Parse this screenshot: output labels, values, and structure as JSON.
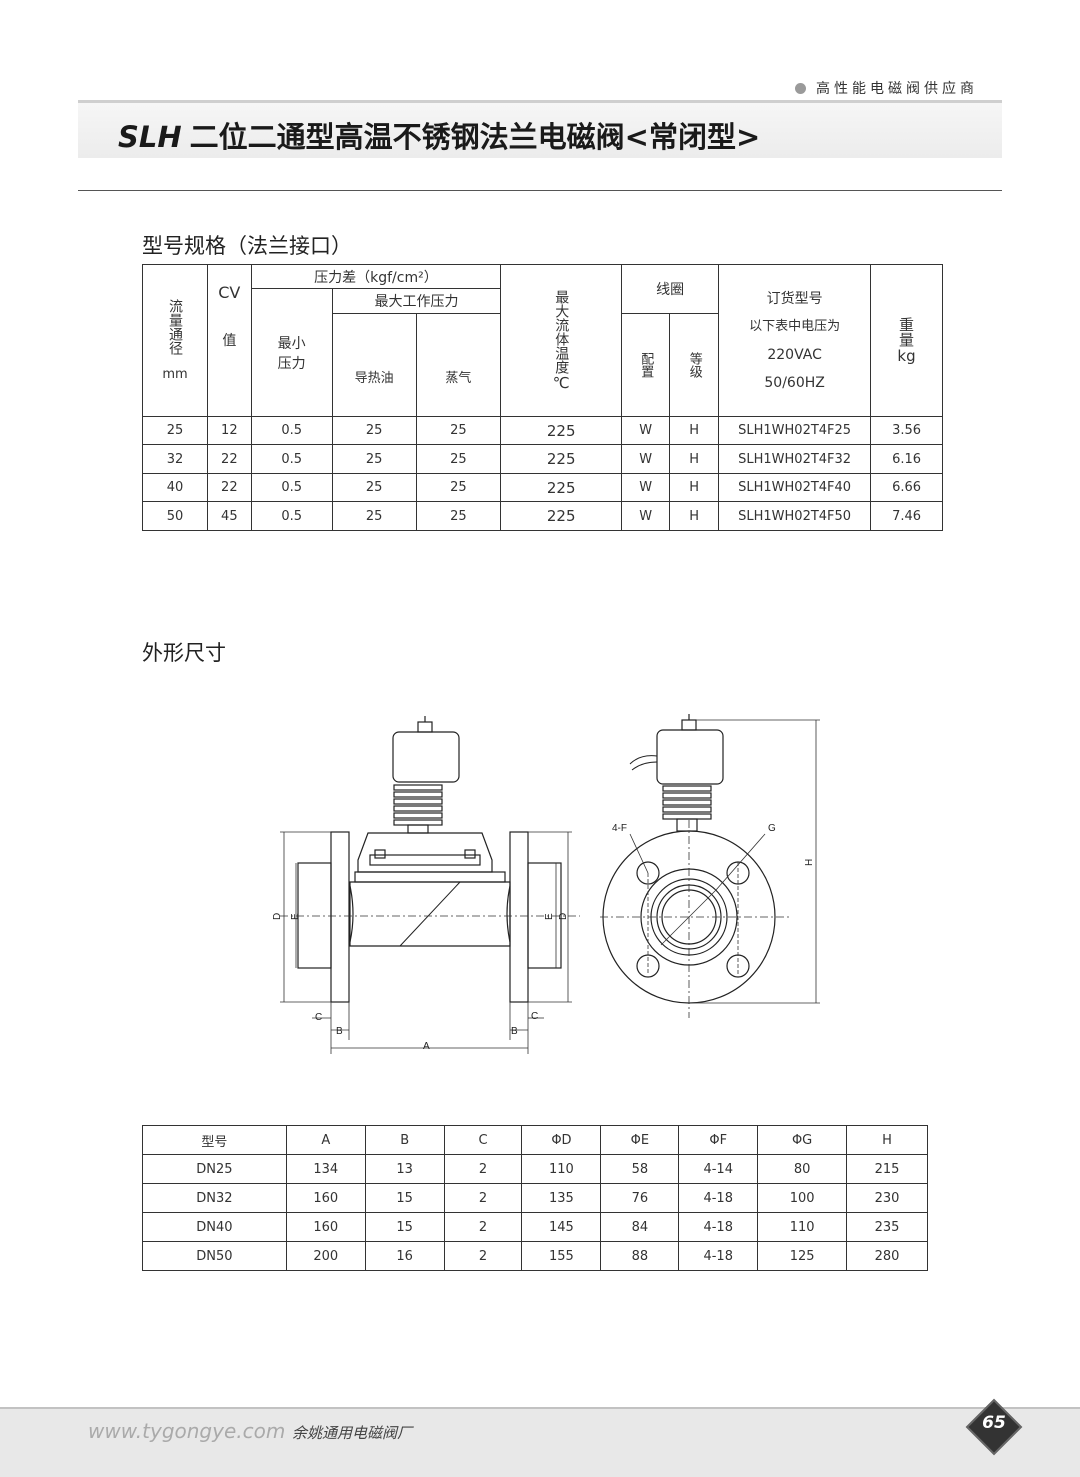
{
  "header": {
    "supplier": "高性能电磁阀供应商",
    "title_model": "SLH",
    "title_text": "二位二通型高温不锈钢法兰电磁阀<常闭型>"
  },
  "spec_section": {
    "title": "型号规格（法兰接口）",
    "headers": {
      "bore_chars": "流量通径",
      "bore_unit": "mm",
      "cv_a": "CV",
      "cv_b": "值",
      "pressure_diff": "压力差（kgf/cm²）",
      "max_working": "最大工作压力",
      "min_a": "最小",
      "min_b": "压力",
      "oil": "导热油",
      "steam": "蒸气",
      "max_temp_chars": "最大流体温度",
      "temp_unit": "℃",
      "coil": "线圈",
      "config_chars": "配置",
      "grade_chars": "等级",
      "order_title": "订货型号",
      "order_sub": "以下表中电压为",
      "order_voltage": "220VAC",
      "order_freq": "50/60HZ",
      "weight_chars": "重量",
      "weight_unit": "kg"
    },
    "rows": [
      [
        "25",
        "12",
        "0.5",
        "25",
        "25",
        "225",
        "W",
        "H",
        "SLH1WH02T4F25",
        "3.56"
      ],
      [
        "32",
        "22",
        "0.5",
        "25",
        "25",
        "225",
        "W",
        "H",
        "SLH1WH02T4F32",
        "6.16"
      ],
      [
        "40",
        "22",
        "0.5",
        "25",
        "25",
        "225",
        "W",
        "H",
        "SLH1WH02T4F40",
        "6.66"
      ],
      [
        "50",
        "45",
        "0.5",
        "25",
        "25",
        "225",
        "W",
        "H",
        "SLH1WH02T4F50",
        "7.46"
      ]
    ]
  },
  "dims_section": {
    "title": "外形尺寸",
    "drawing_labels": {
      "A": "A",
      "B": "B",
      "C": "C",
      "D": "D",
      "E": "E",
      "F": "4-F",
      "G": "G",
      "H": "H"
    },
    "headers": [
      "型号",
      "A",
      "B",
      "C",
      "ΦD",
      "ΦE",
      "ΦF",
      "ΦG",
      "H"
    ],
    "rows": [
      [
        "DN25",
        "134",
        "13",
        "2",
        "110",
        "58",
        "4-14",
        "80",
        "215"
      ],
      [
        "DN32",
        "160",
        "15",
        "2",
        "135",
        "76",
        "4-18",
        "100",
        "230"
      ],
      [
        "DN40",
        "160",
        "15",
        "2",
        "145",
        "84",
        "4-18",
        "110",
        "235"
      ],
      [
        "DN50",
        "200",
        "16",
        "2",
        "155",
        "88",
        "4-18",
        "125",
        "280"
      ]
    ]
  },
  "footer": {
    "website": "www.tygongye.com",
    "company": "余姚通用电磁阀厂",
    "page": "65"
  }
}
